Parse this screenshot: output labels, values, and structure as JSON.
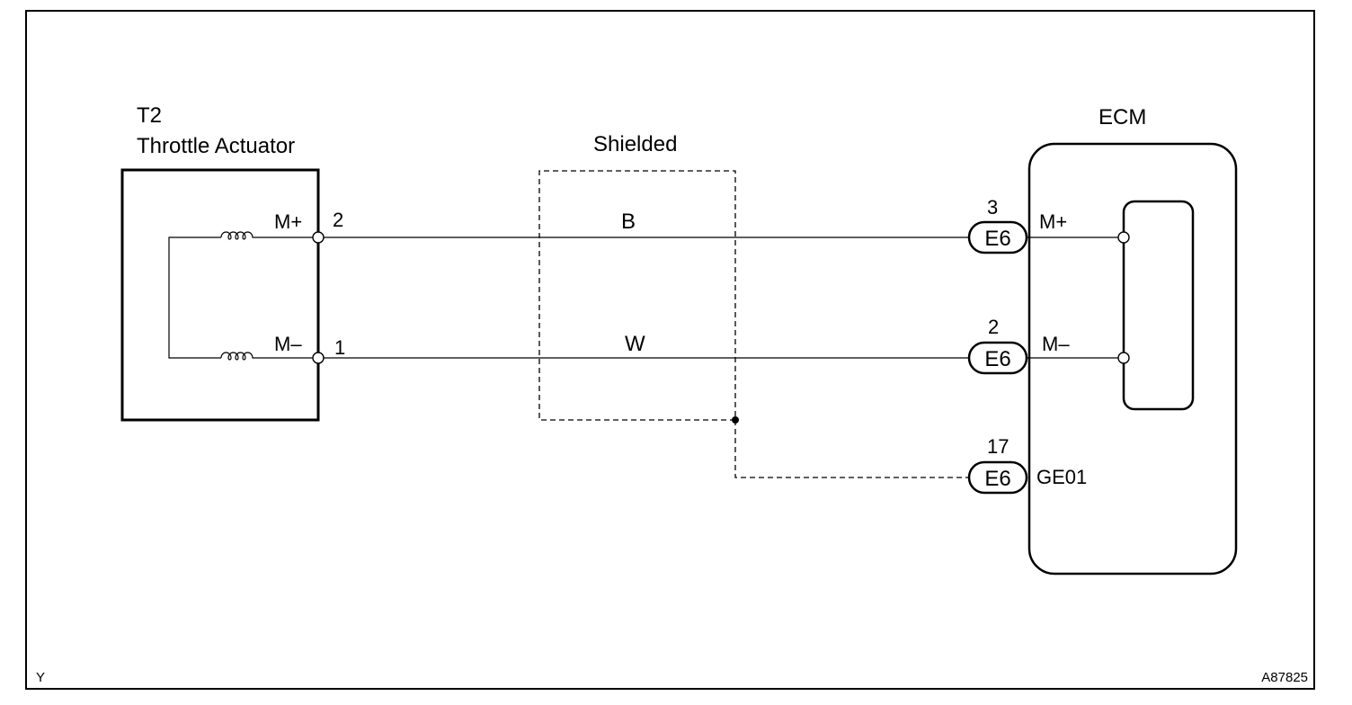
{
  "actuator": {
    "id": "T2",
    "name": "Throttle Actuator",
    "pins": [
      {
        "label": "M+",
        "number": "2"
      },
      {
        "label": "M–",
        "number": "1"
      }
    ]
  },
  "shield": {
    "label": "Shielded"
  },
  "wires": [
    {
      "color_code": "B"
    },
    {
      "color_code": "W"
    }
  ],
  "ecm": {
    "name": "ECM",
    "connectors": [
      {
        "pin_number": "3",
        "connector": "E6",
        "terminal": "M+"
      },
      {
        "pin_number": "2",
        "connector": "E6",
        "terminal": "M–"
      },
      {
        "pin_number": "17",
        "connector": "E6",
        "terminal": "GE01"
      }
    ]
  },
  "footer": {
    "left_code": "Y",
    "figure_id": "A87825"
  },
  "colors": {
    "line": "#000000",
    "background": "#ffffff"
  }
}
